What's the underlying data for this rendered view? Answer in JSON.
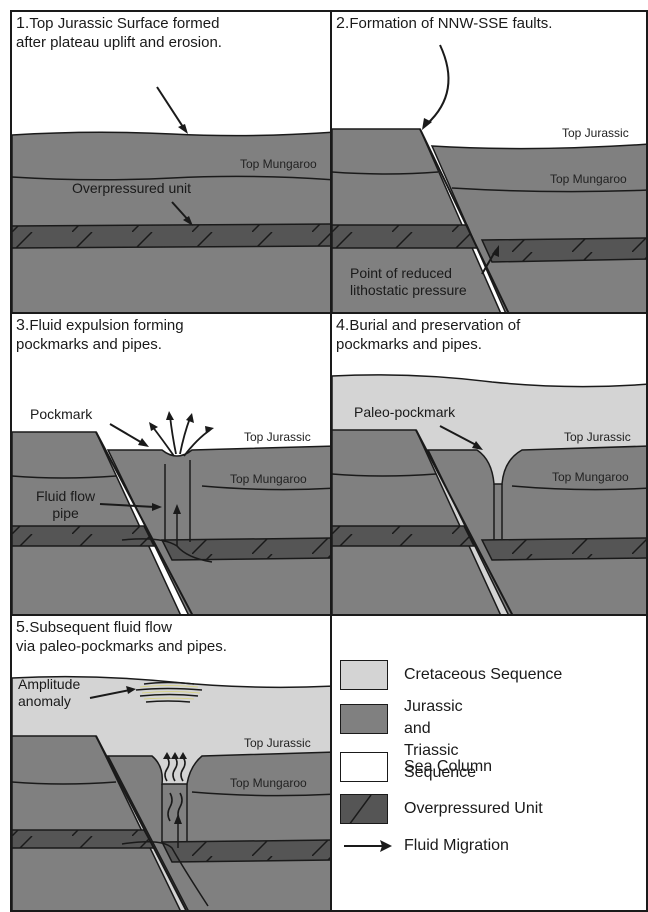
{
  "colors": {
    "cretaceous": "#d4d4d4",
    "jurassic_triassic": "#808080",
    "sea": "#ffffff",
    "overpressured": "#555555",
    "line": "#1a1a1a"
  },
  "panels": {
    "p1": {
      "num": "1.",
      "caption": "Top Jurassic Surface formed\nafter plateau uplift and erosion.",
      "top_mungaroo": "Top Mungaroo",
      "overpressured": "Overpressured unit"
    },
    "p2": {
      "num": "2.",
      "caption": "Formation of NNW-SSE faults.",
      "top_jurassic": "Top Jurassic",
      "top_mungaroo": "Top Mungaroo",
      "reduced": "Point of reduced\nlithostatic pressure"
    },
    "p3": {
      "num": "3.",
      "caption": "Fluid expulsion forming\npockmarks and pipes.",
      "pockmark": "Pockmark",
      "top_jurassic": "Top Jurassic",
      "top_mungaroo": "Top Mungaroo",
      "pipe": "Fluid flow\npipe"
    },
    "p4": {
      "num": "4.",
      "caption": "Burial and preservation of\npockmarks and pipes.",
      "paleo": "Paleo-pockmark",
      "top_jurassic": "Top Jurassic",
      "top_mungaroo": "Top Mungaroo"
    },
    "p5": {
      "num": "5.",
      "caption": "Subsequent fluid flow\nvia paleo-pockmarks and pipes.",
      "amplitude": "Amplitude\nanomaly",
      "top_jurassic": "Top Jurassic",
      "top_mungaroo": "Top Mungaroo"
    }
  },
  "legend": {
    "items": [
      {
        "label": "Cretaceous Sequence",
        "icon": "light-gray-swatch"
      },
      {
        "label": "Jurassic and Triassic\nSequence",
        "icon": "dark-gray-swatch"
      },
      {
        "label": "Sea Column",
        "icon": "white-swatch"
      },
      {
        "label": "Overpressured Unit",
        "icon": "hatched-swatch"
      },
      {
        "label": "Fluid Migration",
        "icon": "arrow-icon"
      }
    ]
  }
}
